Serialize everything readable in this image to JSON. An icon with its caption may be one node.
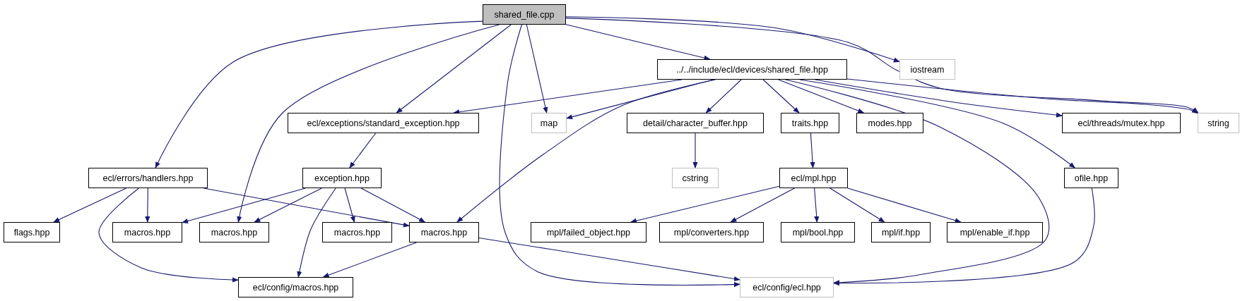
{
  "diagram": {
    "nodes": [
      {
        "text": [
          "shared_file.cpp"
        ]
      },
      {
        "text": [
          "../../include/ecl/devices/shared_file.hpp"
        ]
      },
      {
        "text": [
          "iostream"
        ]
      },
      {
        "text": [
          "ecl/exceptions/standard_exception.hpp"
        ]
      },
      {
        "text": [
          "map"
        ]
      },
      {
        "text": [
          "detail/character_buffer.hpp"
        ]
      },
      {
        "text": [
          "traits.hpp"
        ]
      },
      {
        "text": [
          "modes.hpp"
        ]
      },
      {
        "text": [
          "ecl/threads/mutex.hpp"
        ]
      },
      {
        "text": [
          "string"
        ]
      },
      {
        "text": [
          "ecl/errors/handlers.hpp"
        ]
      },
      {
        "text": [
          "exception.hpp"
        ]
      },
      {
        "text": [
          "cstring"
        ]
      },
      {
        "text": [
          "ecl/mpl.hpp"
        ]
      },
      {
        "text": [
          "ofile.hpp"
        ]
      },
      {
        "text": [
          "flags.hpp"
        ]
      },
      {
        "text": [
          "macros.hpp"
        ]
      },
      {
        "text": [
          "macros.hpp"
        ]
      },
      {
        "text": [
          "macros.hpp"
        ]
      },
      {
        "text": [
          "macros.hpp"
        ]
      },
      {
        "text": [
          "mpl/failed_object.hpp"
        ]
      },
      {
        "text": [
          "mpl/converters.hpp"
        ]
      },
      {
        "text": [
          "mpl/bool.hpp"
        ]
      },
      {
        "text": [
          "mpl/if.hpp"
        ]
      },
      {
        "text": [
          "mpl/enable_if.hpp"
        ]
      },
      {
        "text": [
          "ecl/config/macros.hpp"
        ]
      },
      {
        "text": [
          "ecl/config/ecl.hpp"
        ]
      }
    ],
    "edges": [
      {
        "from": 0,
        "to": 10,
        "arrow": "to"
      },
      {
        "from": 0,
        "to": 17,
        "arrow": "to"
      },
      {
        "from": 0,
        "to": 3,
        "arrow": "to"
      },
      {
        "from": 0,
        "to": 26,
        "arrow": "to"
      },
      {
        "from": 0,
        "to": 4,
        "arrow": "to"
      },
      {
        "from": 0,
        "to": 1,
        "arrow": "to"
      },
      {
        "from": 0,
        "to": 2,
        "arrow": "to"
      },
      {
        "from": 0,
        "to": 9,
        "arrow": "to"
      },
      {
        "from": 1,
        "to": 3,
        "arrow": "to"
      },
      {
        "from": 1,
        "to": 4,
        "arrow": "to"
      },
      {
        "from": 1,
        "to": 19,
        "arrow": "to"
      },
      {
        "from": 1,
        "to": 5,
        "arrow": "to"
      },
      {
        "from": 1,
        "to": 6,
        "arrow": "to"
      },
      {
        "from": 1,
        "to": 7,
        "arrow": "to"
      },
      {
        "from": 1,
        "to": 26,
        "arrow": "to"
      },
      {
        "from": 1,
        "to": 14,
        "arrow": "to"
      },
      {
        "from": 1,
        "to": 8,
        "arrow": "to"
      },
      {
        "from": 1,
        "to": 9,
        "arrow": "to"
      },
      {
        "from": 3,
        "to": 11,
        "arrow": "to"
      },
      {
        "from": 5,
        "to": 12,
        "arrow": "to"
      },
      {
        "from": 6,
        "to": 13,
        "arrow": "to"
      },
      {
        "from": 10,
        "to": 15,
        "arrow": "to"
      },
      {
        "from": 10,
        "to": 16,
        "arrow": "to"
      },
      {
        "from": 10,
        "to": 25,
        "arrow": "to"
      },
      {
        "from": 10,
        "to": 19,
        "arrow": "to"
      },
      {
        "from": 11,
        "to": 16,
        "arrow": "to"
      },
      {
        "from": 11,
        "to": 17,
        "arrow": "to"
      },
      {
        "from": 11,
        "to": 25,
        "arrow": "to"
      },
      {
        "from": 11,
        "to": 18,
        "arrow": "to"
      },
      {
        "from": 11,
        "to": 19,
        "arrow": "to"
      },
      {
        "from": 13,
        "to": 20,
        "arrow": "to"
      },
      {
        "from": 13,
        "to": 21,
        "arrow": "to"
      },
      {
        "from": 13,
        "to": 22,
        "arrow": "to"
      },
      {
        "from": 13,
        "to": 23,
        "arrow": "to"
      },
      {
        "from": 13,
        "to": 24,
        "arrow": "to"
      },
      {
        "from": 14,
        "to": 26,
        "arrow": "to"
      },
      {
        "from": 19,
        "to": 25,
        "arrow": "to"
      },
      {
        "from": 19,
        "to": 26,
        "arrow": "to"
      }
    ]
  }
}
